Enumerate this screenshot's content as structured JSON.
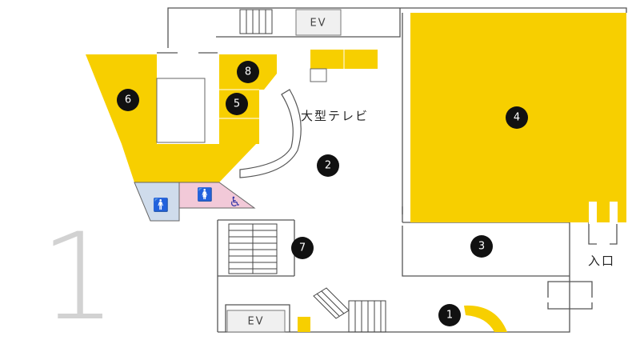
{
  "floor": {
    "number": "1"
  },
  "labels": {
    "ev_top": "EV",
    "ev_bottom": "EV",
    "big_tv": "大型テレビ",
    "entrance": "入口"
  },
  "markers": [
    "1",
    "2",
    "3",
    "4",
    "5",
    "6",
    "7",
    "8"
  ],
  "icons": [
    "restroom-men-icon",
    "restroom-women-icon",
    "accessible-restroom-icon"
  ],
  "colors": {
    "area": "#f7cf00",
    "marker": "#111111",
    "men_room": "#cfdcec",
    "women_room": "#f2c9d8",
    "men_icon": "#2a7de1",
    "women_icon": "#e0246b",
    "accessible_icon": "#3a3aa8"
  }
}
